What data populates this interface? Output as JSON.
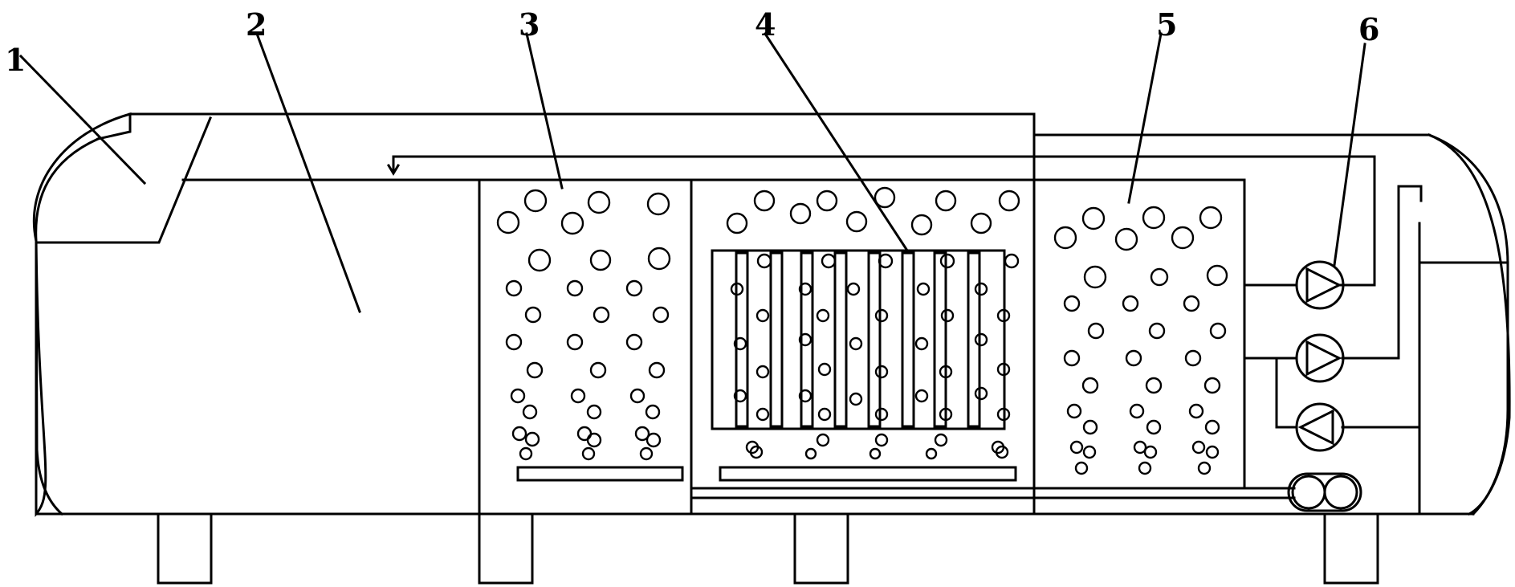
{
  "diagram": {
    "line_color": "#000000",
    "background_color": "#ffffff",
    "labels": [
      {
        "id": "1",
        "text": "1"
      },
      {
        "id": "2",
        "text": "2"
      },
      {
        "id": "3",
        "text": "3"
      },
      {
        "id": "4",
        "text": "4"
      },
      {
        "id": "5",
        "text": "5"
      },
      {
        "id": "6",
        "text": "6"
      }
    ],
    "icons": [
      "pump-icon",
      "blower-icon",
      "flow-arrow-icon"
    ]
  }
}
